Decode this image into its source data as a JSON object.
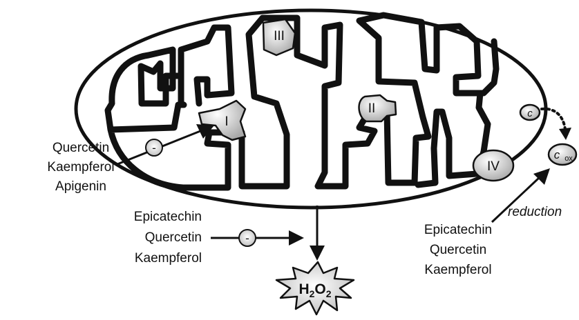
{
  "complexes": {
    "complex_I": "I",
    "complex_II": "II",
    "complex_III": "III",
    "complex_IV": "IV",
    "cytochrome_c": "c",
    "cytochrome_c_ox": "c",
    "ox_subscript": "ox"
  },
  "inhibitor_sign": "-",
  "left_group": [
    "Quercetin",
    "Kaempferol",
    "Apigenin"
  ],
  "middle_group": [
    "Epicatechin",
    "Quercetin",
    "Kaempferol"
  ],
  "right_group": [
    "Epicatechin",
    "Quercetin",
    "Kaempferol"
  ],
  "reduction_label": "reduction",
  "h2o2": {
    "H": "H",
    "sub2a": "2",
    "O": "O",
    "sub2b": "2"
  },
  "colors": {
    "stroke": "#111111",
    "membrane": "#111111",
    "complex_fill": "#d8d8d8",
    "burst_fill": "#e4e4e4"
  }
}
